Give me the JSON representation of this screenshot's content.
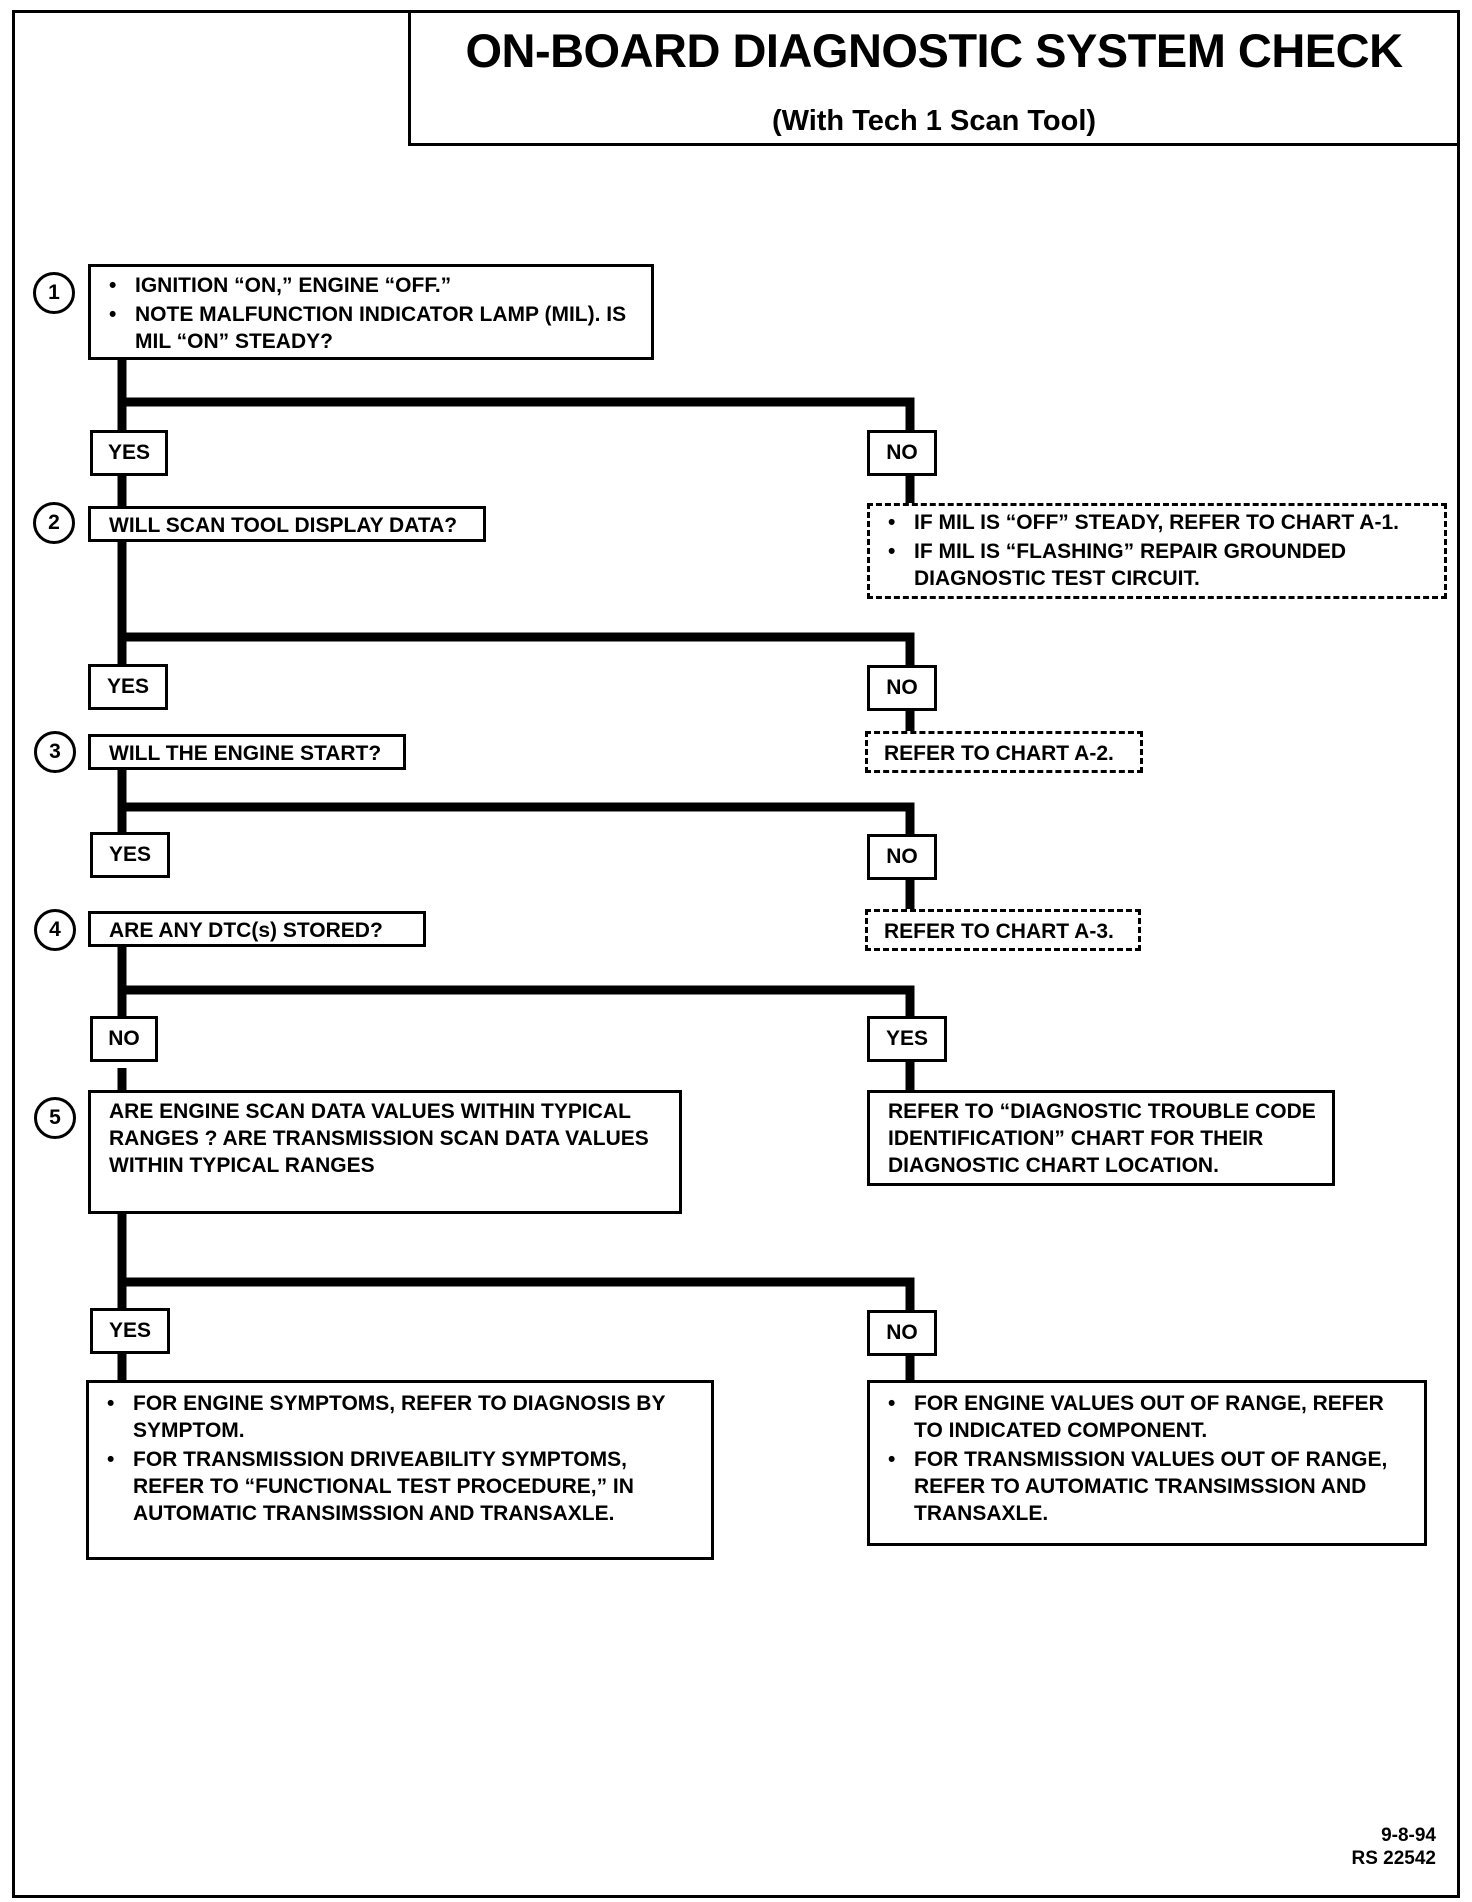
{
  "header": {
    "title": "ON-BOARD DIAGNOSTIC SYSTEM CHECK",
    "subtitle": "(With Tech 1 Scan Tool)"
  },
  "steps": [
    {
      "number": "1",
      "lines": [
        "IGNITION “ON,” ENGINE “OFF.”",
        "NOTE MALFUNCTION INDICATOR LAMP (MIL). IS MIL “ON” STEADY?"
      ]
    },
    {
      "number": "2",
      "text": "WILL SCAN TOOL DISPLAY DATA?"
    },
    {
      "number": "3",
      "text": "WILL THE ENGINE START?"
    },
    {
      "number": "4",
      "text": "ARE ANY DTC(s) STORED?"
    },
    {
      "number": "5",
      "text": "ARE ENGINE SCAN DATA VALUES WITHIN TYPICAL RANGES ? ARE TRANSMISSION SCAN DATA VALUES WITHIN TYPICAL RANGES"
    }
  ],
  "branches": [
    {
      "left": "YES",
      "right": "NO"
    },
    {
      "left": "YES",
      "right": "NO"
    },
    {
      "left": "YES",
      "right": "NO"
    },
    {
      "left": "NO",
      "right": "YES"
    },
    {
      "left": "YES",
      "right": "NO"
    }
  ],
  "outcomes": {
    "step1_no": [
      "IF MIL IS “OFF” STEADY, REFER TO CHART A-1.",
      "IF MIL IS “FLASHING” REPAIR GROUNDED DIAGNOSTIC TEST CIRCUIT."
    ],
    "step2_no": "REFER TO CHART A-2.",
    "step3_no": "REFER TO CHART A-3.",
    "step4_yes": "REFER TO “DIAGNOSTIC TROUBLE CODE IDENTIFICATION” CHART FOR THEIR DIAGNOSTIC CHART LOCATION.",
    "step5_yes": [
      "FOR ENGINE SYMPTOMS, REFER TO DIAGNOSIS BY SYMPTOM.",
      "FOR TRANSMISSION DRIVEABILITY SYMPTOMS, REFER TO “FUNCTIONAL TEST PROCEDURE,” IN AUTOMATIC TRANSIMSSION AND TRANSAXLE."
    ],
    "step5_no": [
      "FOR ENGINE VALUES OUT OF RANGE, REFER TO INDICATED COMPONENT.",
      "FOR TRANSMISSION VALUES OUT OF RANGE, REFER TO AUTOMATIC TRANSIMSSION AND TRANSAXLE."
    ]
  },
  "footer": {
    "date": "9-8-94",
    "ref": "RS 22542"
  }
}
